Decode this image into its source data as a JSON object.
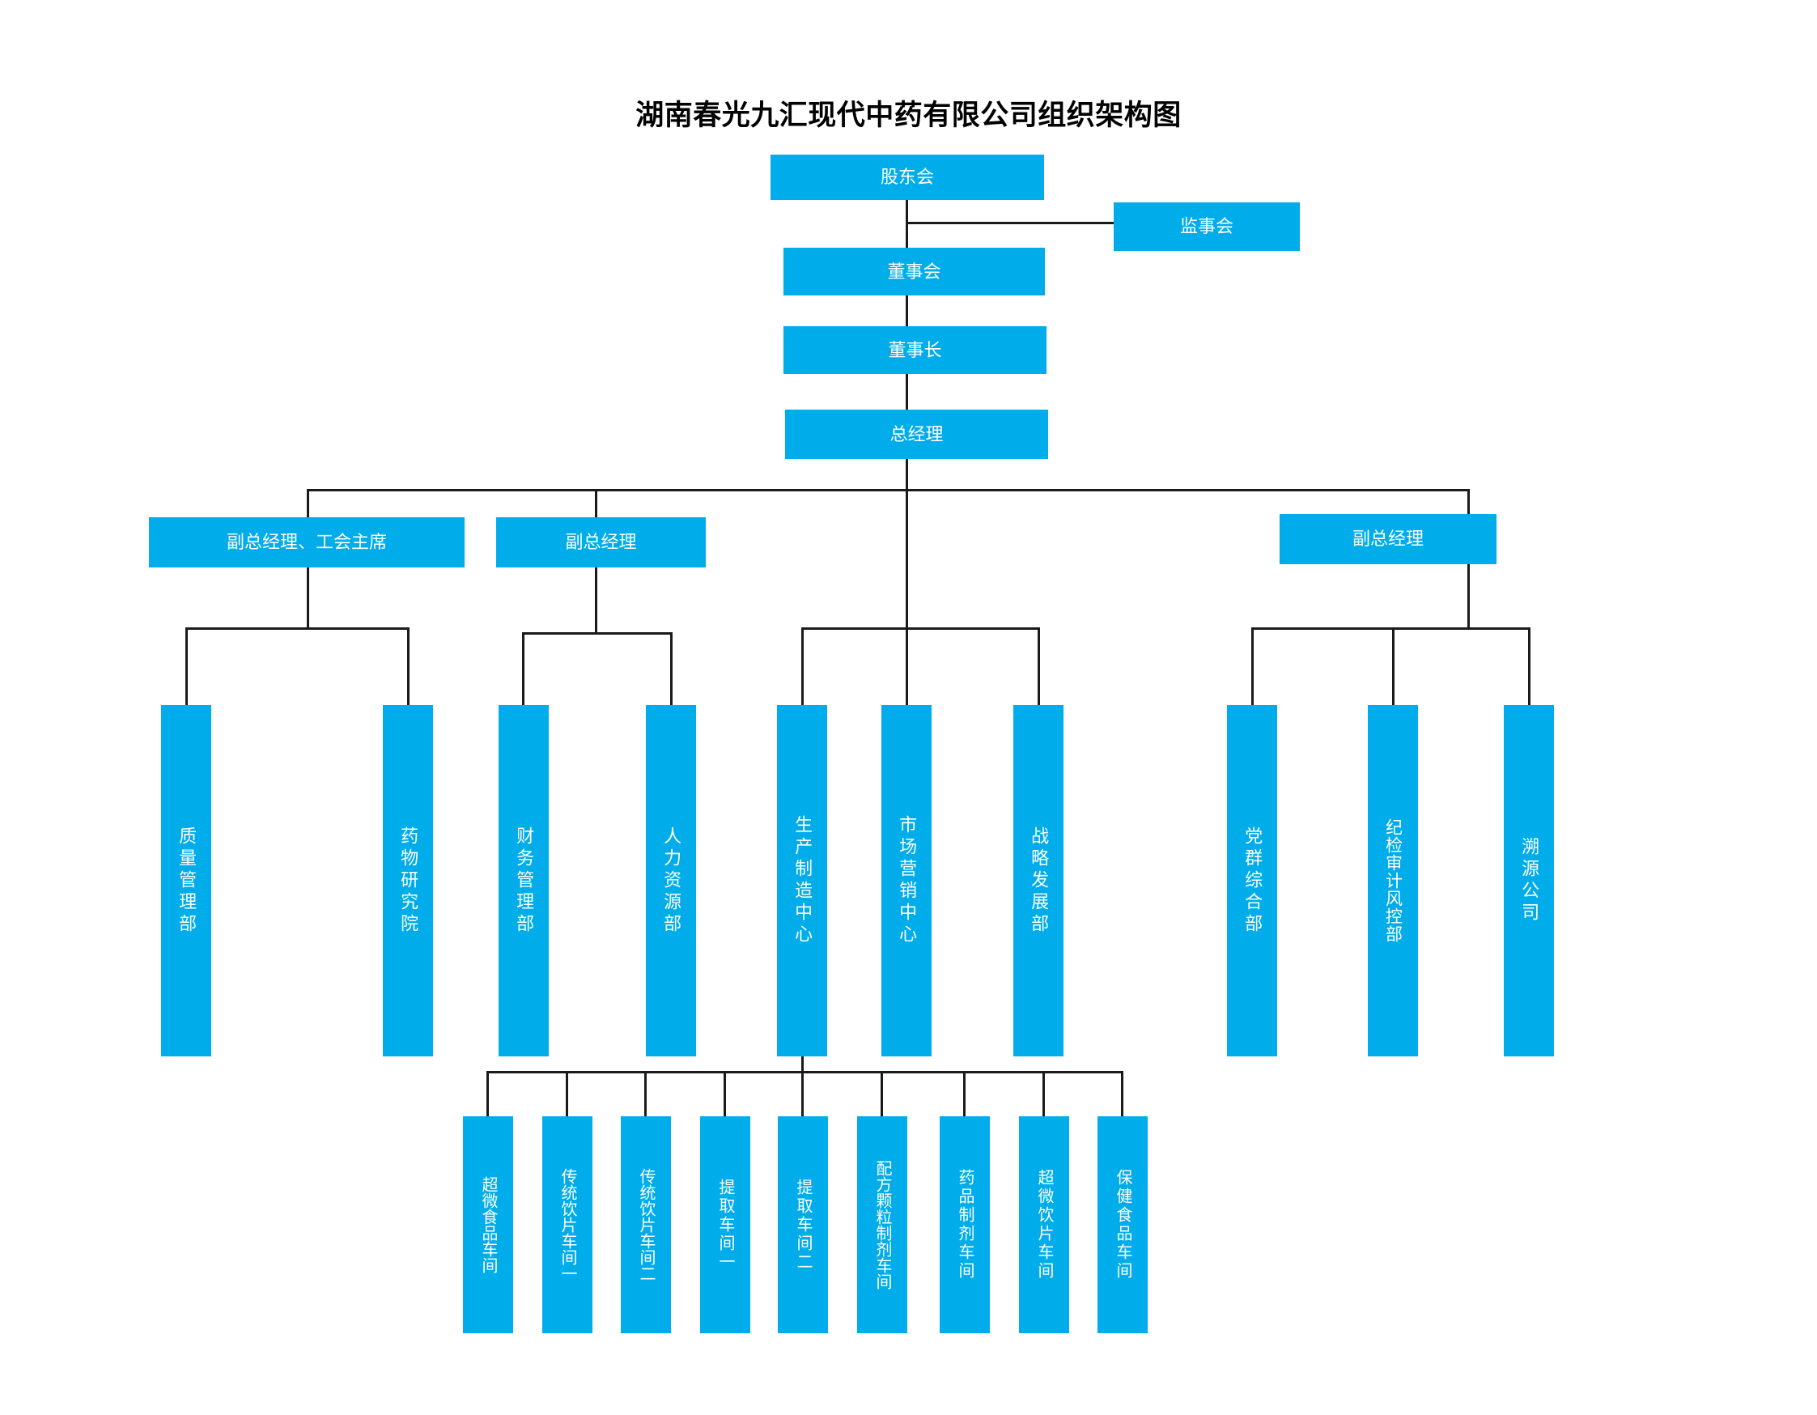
{
  "title": "湖南春光九汇现代中药有限公司组织架构图",
  "colors": {
    "node_fill": "#00ACE9",
    "node_text": "#FFFFFF",
    "connector": "#1A1A1A",
    "background": "#FFFFFF",
    "title_text": "#000000"
  },
  "chart_data": {
    "type": "diagram",
    "subtype": "organization-chart",
    "title": "湖南春光九汇现代中药有限公司组织架构图",
    "orientation": "top-down",
    "levels": [
      {
        "level": 0,
        "nodes": [
          "股东会"
        ]
      },
      {
        "level": 1,
        "nodes": [
          "董事会",
          "监事会"
        ]
      },
      {
        "level": 2,
        "nodes": [
          "董事长"
        ]
      },
      {
        "level": 3,
        "nodes": [
          "总经理"
        ]
      },
      {
        "level": 4,
        "nodes": [
          "副总经理、工会主席",
          "副总经理",
          "副总经理"
        ]
      },
      {
        "level": 5,
        "nodes": [
          "质量管理部",
          "药物研究院",
          "财务管理部",
          "人力资源部",
          "生产制造中心",
          "市场营销中心",
          "战略发展部",
          "党群综合部",
          "纪检审计风控部",
          "溯源公司"
        ]
      },
      {
        "level": 6,
        "nodes": [
          "超微食品车间",
          "传统饮片车间一",
          "传统饮片车间二",
          "提取车间一",
          "提取车间二",
          "配方颗粒制剂车间",
          "药品制剂车间",
          "超微饮片车间",
          "保健食品车间"
        ]
      }
    ],
    "edges": [
      {
        "from": "股东会",
        "to": "董事会"
      },
      {
        "from": "股东会",
        "to": "监事会"
      },
      {
        "from": "董事会",
        "to": "董事长"
      },
      {
        "from": "董事长",
        "to": "总经理"
      },
      {
        "from": "总经理",
        "to": "副总经理、工会主席"
      },
      {
        "from": "总经理",
        "to": "副总经理"
      },
      {
        "from": "总经理",
        "to": "副总经理"
      },
      {
        "from": "副总经理、工会主席",
        "to": "质量管理部"
      },
      {
        "from": "副总经理、工会主席",
        "to": "药物研究院"
      },
      {
        "from": "副总经理",
        "to": "财务管理部"
      },
      {
        "from": "副总经理",
        "to": "人力资源部"
      },
      {
        "from": "总经理",
        "to": "生产制造中心"
      },
      {
        "from": "总经理",
        "to": "市场营销中心"
      },
      {
        "from": "总经理",
        "to": "战略发展部"
      },
      {
        "from": "副总经理",
        "to": "党群综合部"
      },
      {
        "from": "副总经理",
        "to": "纪检审计风控部"
      },
      {
        "from": "副总经理",
        "to": "溯源公司"
      },
      {
        "from": "生产制造中心",
        "to": "超微食品车间"
      },
      {
        "from": "生产制造中心",
        "to": "传统饮片车间一"
      },
      {
        "from": "生产制造中心",
        "to": "传统饮片车间二"
      },
      {
        "from": "生产制造中心",
        "to": "提取车间一"
      },
      {
        "from": "生产制造中心",
        "to": "提取车间二"
      },
      {
        "from": "生产制造中心",
        "to": "配方颗粒制剂车间"
      },
      {
        "from": "生产制造中心",
        "to": "药品制剂车间"
      },
      {
        "from": "生产制造中心",
        "to": "超微饮片车间"
      },
      {
        "from": "生产制造中心",
        "to": "保健食品车间"
      }
    ]
  },
  "nodes": {
    "shareholders": "股东会",
    "supervisors": "监事会",
    "board": "董事会",
    "chairman": "董事长",
    "general_manager": "总经理",
    "vp_union": "副总经理、工会主席",
    "vp_2": "副总经理",
    "vp_3": "副总经理"
  },
  "departments": [
    {
      "id": "quality",
      "label": "质量管理部"
    },
    {
      "id": "drug-research",
      "label": "药物研究院"
    },
    {
      "id": "finance",
      "label": "财务管理部"
    },
    {
      "id": "hr",
      "label": "人力资源部"
    },
    {
      "id": "manufacturing",
      "label": "生产制造中心"
    },
    {
      "id": "marketing",
      "label": "市场营销中心"
    },
    {
      "id": "strategy",
      "label": "战略发展部"
    },
    {
      "id": "party-affairs",
      "label": "党群综合部"
    },
    {
      "id": "audit-risk",
      "label": "纪检审计风控部"
    },
    {
      "id": "traceability",
      "label": "溯源公司"
    }
  ],
  "workshops": [
    {
      "id": "ultrafine-food",
      "label": "超微食品车间"
    },
    {
      "id": "traditional-pieces-1",
      "label": "传统饮片车间一"
    },
    {
      "id": "traditional-pieces-2",
      "label": "传统饮片车间二"
    },
    {
      "id": "extraction-1",
      "label": "提取车间一"
    },
    {
      "id": "extraction-2",
      "label": "提取车间二"
    },
    {
      "id": "formula-granule",
      "label": "配方颗粒制剂车间"
    },
    {
      "id": "pharma-prep",
      "label": "药品制剂车间"
    },
    {
      "id": "ultrafine-pieces",
      "label": "超微饮片车间"
    },
    {
      "id": "health-food",
      "label": "保健食品车间"
    }
  ]
}
